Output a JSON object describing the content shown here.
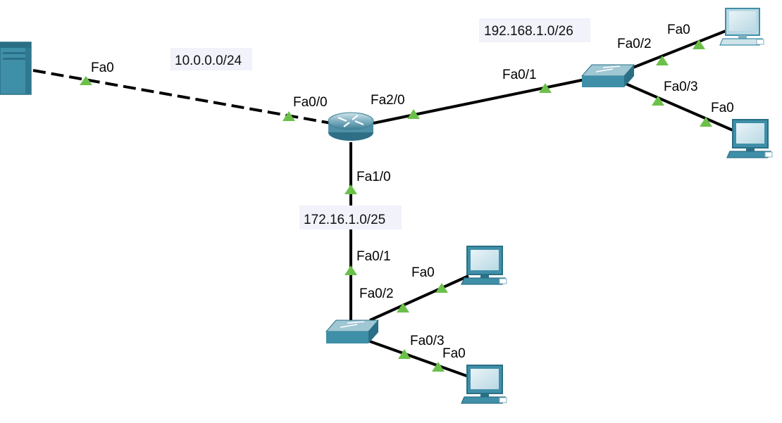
{
  "colors": {
    "link": "#000000",
    "port_indicator": "#6cc04a",
    "device_teal": "#3f8fa8",
    "device_teal_dark": "#2a6f86",
    "label_background": "#f1f2fa"
  },
  "networks": {
    "net_10": "10.0.0.0/24",
    "net_192": "192.168.1.0/26",
    "net_172": "172.16.1.0/25"
  },
  "ports": {
    "server_fa0": "Fa0",
    "router_fa0_0": "Fa0/0",
    "router_fa2_0": "Fa2/0",
    "router_fa1_0": "Fa1/0",
    "sw1_fa0_1": "Fa0/1",
    "sw1_fa0_2": "Fa0/2",
    "sw1_fa0_3": "Fa0/3",
    "pc1_fa0": "Fa0",
    "pc2_fa0": "Fa0",
    "sw2_fa0_1": "Fa0/1",
    "sw2_fa0_2": "Fa0/2",
    "sw2_fa0_3": "Fa0/3",
    "pc3_fa0": "Fa0",
    "pc4_fa0": "Fa0"
  },
  "devices": {
    "server": "server-icon",
    "router": "router-icon",
    "switch_top": "switch-icon",
    "switch_bottom": "switch-icon",
    "pc": "pc-icon"
  }
}
